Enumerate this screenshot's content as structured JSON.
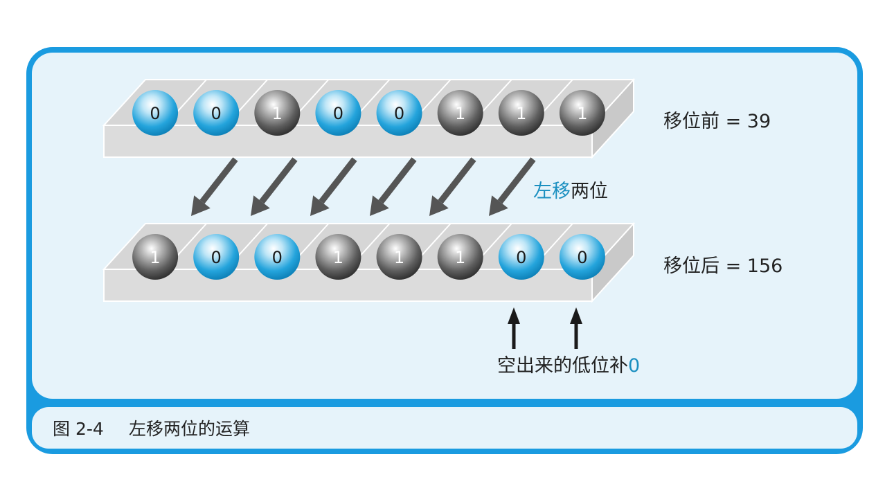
{
  "colors": {
    "frame": "#1a9be0",
    "panel_bg": "#e6f3fa",
    "caption_bg": "#e6f3fa",
    "tray_top": "#d6d6d6",
    "tray_front": "#dcdcdc",
    "tray_stroke": "#ffffff",
    "blue_ball": "#24a4dc",
    "gray_ball": "#555555",
    "arrow": "#555555",
    "accent_text": "#1a8fc0",
    "text": "#222222"
  },
  "before": {
    "bits": [
      "0",
      "0",
      "1",
      "0",
      "0",
      "1",
      "1",
      "1"
    ],
    "label": "移位前 = 39"
  },
  "after": {
    "bits": [
      "1",
      "0",
      "0",
      "1",
      "1",
      "1",
      "0",
      "0"
    ],
    "label": "移位后 = 156"
  },
  "shift_label": {
    "highlight": "左移",
    "rest": "两位"
  },
  "fill_label": {
    "text": "空出来的低位补",
    "highlight": "0"
  },
  "caption": {
    "figure_no": "图 2-4",
    "title": "左移两位的运算"
  }
}
